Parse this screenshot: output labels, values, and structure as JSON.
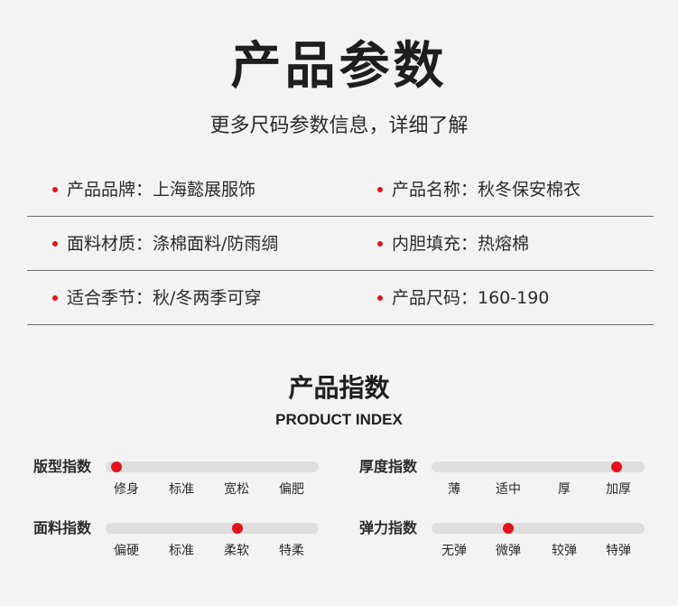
{
  "header": {
    "title": "产品参数",
    "subtitle": "更多尺码参数信息，详细了解"
  },
  "params": [
    {
      "left": "产品品牌：上海懿展服饰",
      "right": "产品名称：秋冬保安棉衣"
    },
    {
      "left": "面料材质：涤棉面料/防雨绸",
      "right": "内胆填充：热熔棉"
    },
    {
      "left": "适合季节：秋/冬两季可穿",
      "right": "产品尺码：160-190"
    }
  ],
  "index": {
    "title": "产品指数",
    "subtitle": "PRODUCT INDEX",
    "metrics": [
      {
        "label": "版型指数",
        "ticks": [
          "修身",
          "标准",
          "宽松",
          "偏肥"
        ],
        "level": 0.05
      },
      {
        "label": "厚度指数",
        "ticks": [
          "薄",
          "适中",
          "厚",
          "加厚"
        ],
        "level": 0.87
      },
      {
        "label": "面料指数",
        "ticks": [
          "偏硬",
          "标准",
          "柔软",
          "特柔"
        ],
        "level": 0.62
      },
      {
        "label": "弹力指数",
        "ticks": [
          "无弹",
          "微弹",
          "较弹",
          "特弹"
        ],
        "level": 0.36
      }
    ]
  },
  "colors": {
    "accent": "#e3121b",
    "track": "#dedede",
    "background": "#f3f3f3"
  }
}
